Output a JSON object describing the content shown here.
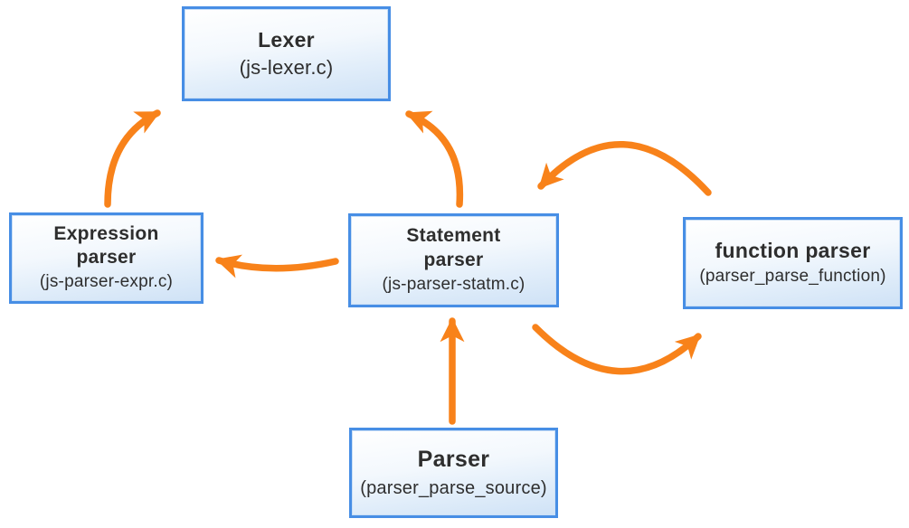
{
  "diagram": {
    "nodes": {
      "lexer": {
        "title": "Lexer",
        "subtitle": "(js-lexer.c)"
      },
      "expression_parser": {
        "title": "Expression\nparser",
        "subtitle": "(js-parser-expr.c)"
      },
      "statement_parser": {
        "title": "Statement\nparser",
        "subtitle": "(js-parser-statm.c)"
      },
      "function_parser": {
        "title": "function parser",
        "subtitle": "(parser_parse_function)"
      },
      "parser": {
        "title": "Parser",
        "subtitle": "(parser_parse_source)"
      }
    },
    "edges": [
      {
        "from": "expression_parser",
        "to": "lexer"
      },
      {
        "from": "statement_parser",
        "to": "lexer"
      },
      {
        "from": "statement_parser",
        "to": "expression_parser"
      },
      {
        "from": "function_parser",
        "to": "statement_parser"
      },
      {
        "from": "statement_parser",
        "to": "function_parser"
      },
      {
        "from": "parser",
        "to": "statement_parser"
      }
    ],
    "colors": {
      "arrow": "#F8821A",
      "box_border": "#478ee5",
      "box_fill_top": "#ffffff",
      "box_fill_bottom": "#cfe2f6",
      "text": "#2e2e2e",
      "background": "#ffffff"
    }
  }
}
